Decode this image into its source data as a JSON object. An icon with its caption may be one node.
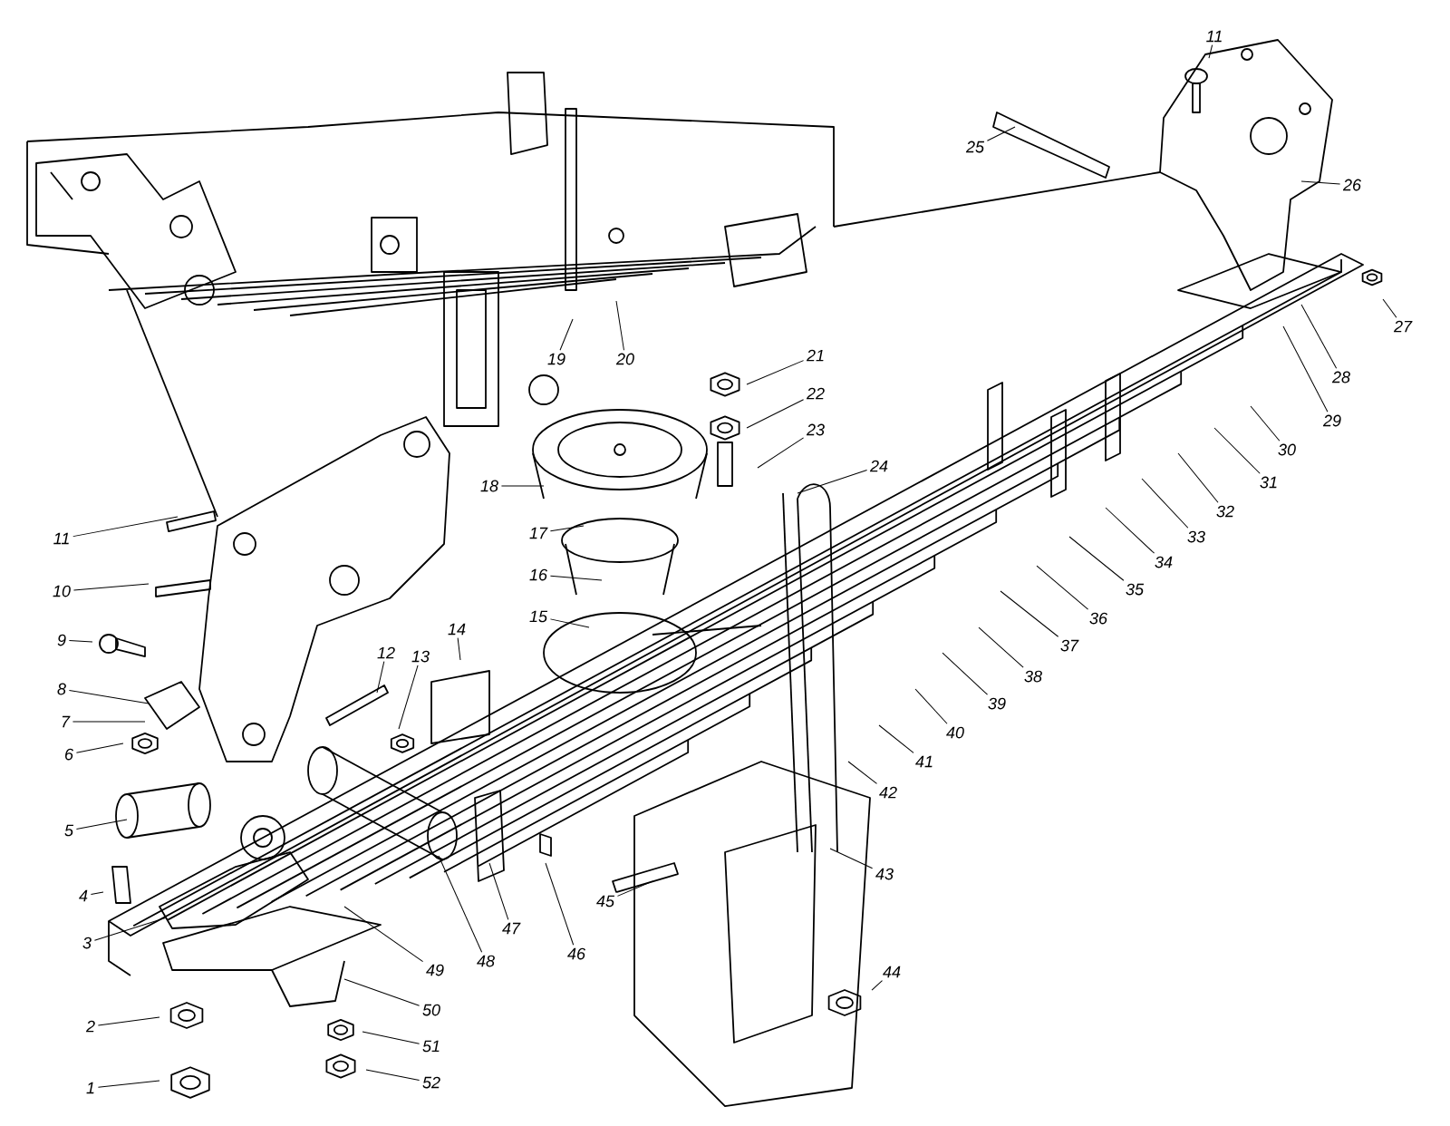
{
  "diagram": {
    "nodes": [
      {
        "text": [
          "1"
        ]
      },
      {
        "text": [
          "2"
        ]
      },
      {
        "text": [
          "3"
        ]
      },
      {
        "text": [
          "4"
        ]
      },
      {
        "text": [
          "5"
        ]
      },
      {
        "text": [
          "6"
        ]
      },
      {
        "text": [
          "7"
        ]
      },
      {
        "text": [
          "8"
        ]
      },
      {
        "text": [
          "9"
        ]
      },
      {
        "text": [
          "10"
        ]
      },
      {
        "text": [
          "11"
        ]
      },
      {
        "text": [
          "12"
        ]
      },
      {
        "text": [
          "13"
        ]
      },
      {
        "text": [
          "14"
        ]
      },
      {
        "text": [
          "15"
        ]
      },
      {
        "text": [
          "16"
        ]
      },
      {
        "text": [
          "17"
        ]
      },
      {
        "text": [
          "18"
        ]
      },
      {
        "text": [
          "19"
        ]
      },
      {
        "text": [
          "20"
        ]
      },
      {
        "text": [
          "21"
        ]
      },
      {
        "text": [
          "22"
        ]
      },
      {
        "text": [
          "23"
        ]
      },
      {
        "text": [
          "24"
        ]
      },
      {
        "text": [
          "25"
        ]
      },
      {
        "text": [
          "26"
        ]
      },
      {
        "text": [
          "27"
        ]
      },
      {
        "text": [
          "28"
        ]
      },
      {
        "text": [
          "29"
        ]
      },
      {
        "text": [
          "30"
        ]
      },
      {
        "text": [
          "31"
        ]
      },
      {
        "text": [
          "32"
        ]
      },
      {
        "text": [
          "33"
        ]
      },
      {
        "text": [
          "34"
        ]
      },
      {
        "text": [
          "35"
        ]
      },
      {
        "text": [
          "36"
        ]
      },
      {
        "text": [
          "37"
        ]
      },
      {
        "text": [
          "38"
        ]
      },
      {
        "text": [
          "39"
        ]
      },
      {
        "text": [
          "40"
        ]
      },
      {
        "text": [
          "41"
        ]
      },
      {
        "text": [
          "42"
        ]
      },
      {
        "text": [
          "43"
        ]
      },
      {
        "text": [
          "44"
        ]
      },
      {
        "text": [
          "45"
        ]
      },
      {
        "text": [
          "46"
        ]
      },
      {
        "text": [
          "47"
        ]
      },
      {
        "text": [
          "48"
        ]
      },
      {
        "text": [
          "49"
        ]
      },
      {
        "text": [
          "50"
        ]
      },
      {
        "text": [
          "51"
        ]
      },
      {
        "text": [
          "52"
        ]
      },
      {
        "text": [
          "11"
        ]
      }
    ],
    "edges": [
      {
        "from": 0,
        "to": null,
        "arrow": "none"
      },
      {
        "from": 1,
        "to": null,
        "arrow": "none"
      },
      {
        "from": 2,
        "to": null,
        "arrow": "none"
      },
      {
        "from": 3,
        "to": null,
        "arrow": "none"
      },
      {
        "from": 4,
        "to": null,
        "arrow": "none"
      },
      {
        "from": 5,
        "to": null,
        "arrow": "none"
      },
      {
        "from": 6,
        "to": null,
        "arrow": "none"
      },
      {
        "from": 7,
        "to": null,
        "arrow": "none"
      },
      {
        "from": 8,
        "to": null,
        "arrow": "none"
      },
      {
        "from": 9,
        "to": null,
        "arrow": "none"
      },
      {
        "from": 10,
        "to": null,
        "arrow": "none"
      },
      {
        "from": 11,
        "to": null,
        "arrow": "none"
      },
      {
        "from": 12,
        "to": null,
        "arrow": "none"
      },
      {
        "from": 13,
        "to": null,
        "arrow": "none"
      },
      {
        "from": 14,
        "to": null,
        "arrow": "none"
      },
      {
        "from": 15,
        "to": null,
        "arrow": "none"
      },
      {
        "from": 16,
        "to": null,
        "arrow": "none"
      },
      {
        "from": 17,
        "to": null,
        "arrow": "none"
      },
      {
        "from": 18,
        "to": null,
        "arrow": "none"
      },
      {
        "from": 19,
        "to": null,
        "arrow": "none"
      },
      {
        "from": 20,
        "to": null,
        "arrow": "none"
      },
      {
        "from": 21,
        "to": null,
        "arrow": "none"
      },
      {
        "from": 22,
        "to": null,
        "arrow": "none"
      },
      {
        "from": 23,
        "to": null,
        "arrow": "none"
      },
      {
        "from": 24,
        "to": null,
        "arrow": "none"
      },
      {
        "from": 25,
        "to": null,
        "arrow": "none"
      },
      {
        "from": 26,
        "to": null,
        "arrow": "none"
      },
      {
        "from": 27,
        "to": null,
        "arrow": "none"
      },
      {
        "from": 28,
        "to": null,
        "arrow": "none"
      },
      {
        "from": 29,
        "to": null,
        "arrow": "none"
      },
      {
        "from": 30,
        "to": null,
        "arrow": "none"
      },
      {
        "from": 31,
        "to": null,
        "arrow": "none"
      },
      {
        "from": 32,
        "to": null,
        "arrow": "none"
      },
      {
        "from": 33,
        "to": null,
        "arrow": "none"
      },
      {
        "from": 34,
        "to": null,
        "arrow": "none"
      },
      {
        "from": 35,
        "to": null,
        "arrow": "none"
      },
      {
        "from": 36,
        "to": null,
        "arrow": "none"
      },
      {
        "from": 37,
        "to": null,
        "arrow": "none"
      },
      {
        "from": 38,
        "to": null,
        "arrow": "none"
      },
      {
        "from": 39,
        "to": null,
        "arrow": "none"
      },
      {
        "from": 40,
        "to": null,
        "arrow": "none"
      },
      {
        "from": 41,
        "to": null,
        "arrow": "none"
      },
      {
        "from": 42,
        "to": null,
        "arrow": "none"
      },
      {
        "from": 43,
        "to": null,
        "arrow": "none"
      },
      {
        "from": 44,
        "to": null,
        "arrow": "none"
      },
      {
        "from": 45,
        "to": null,
        "arrow": "none"
      },
      {
        "from": 46,
        "to": null,
        "arrow": "none"
      },
      {
        "from": 47,
        "to": null,
        "arrow": "none"
      },
      {
        "from": 48,
        "to": null,
        "arrow": "none"
      },
      {
        "from": 49,
        "to": null,
        "arrow": "none"
      },
      {
        "from": 50,
        "to": null,
        "arrow": "none"
      },
      {
        "from": 51,
        "to": null,
        "arrow": "none"
      },
      {
        "from": 52,
        "to": null,
        "arrow": "none"
      }
    ]
  }
}
